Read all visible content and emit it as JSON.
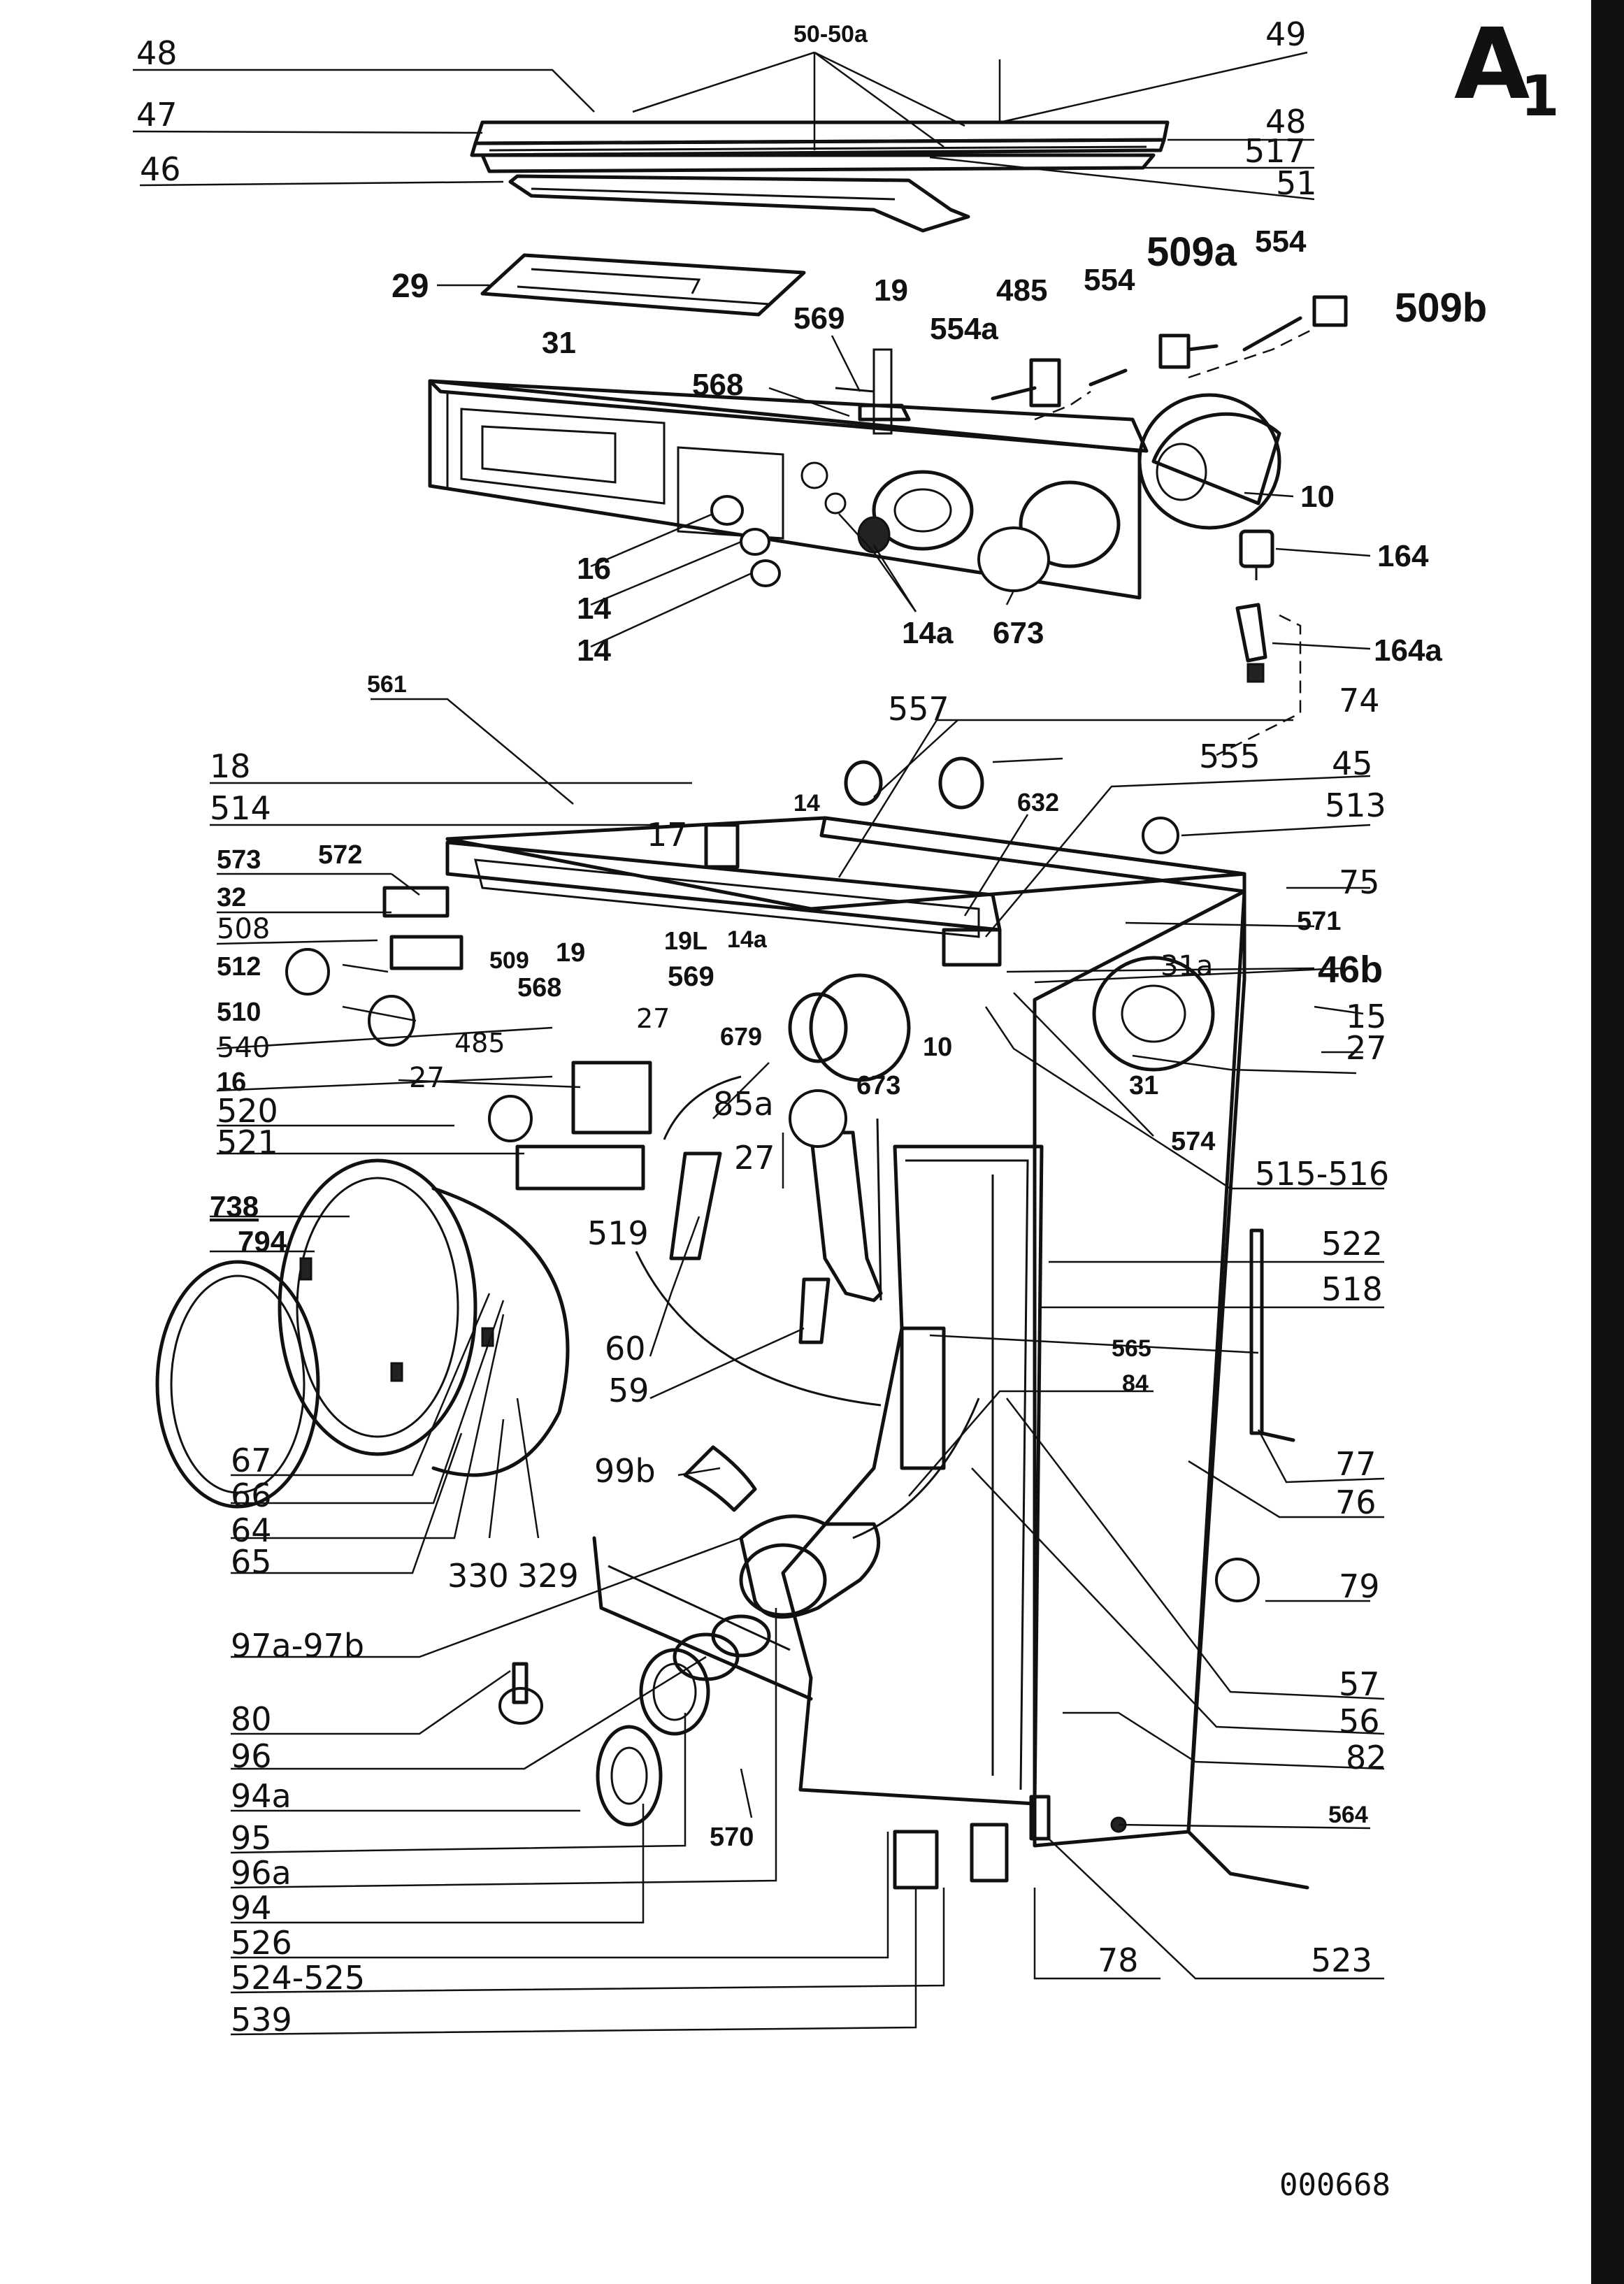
{
  "sheet": {
    "plate": "A",
    "plate_sub": "1",
    "drawing_number": "000668"
  },
  "labels": {
    "l48a": "48",
    "l47": "47",
    "l46": "46",
    "l50": "50-50a",
    "l49": "49",
    "l48b": "48",
    "l517": "517",
    "l51": "51",
    "l29": "29",
    "l569a": "569",
    "l19a": "19",
    "l485a": "485",
    "l554a": "554",
    "l509a": "509a",
    "l554b": "554",
    "l509b": "509b",
    "l554c": "554a",
    "l31a": "31",
    "l568a": "568",
    "l10a": "10",
    "l164": "164",
    "l164a": "164a",
    "l16a": "16",
    "l14a": "14",
    "l14b": "14",
    "l14ca": "14a",
    "l673a": "673",
    "l561": "561",
    "l557": "557",
    "l74": "74",
    "l18": "18",
    "l555": "555",
    "l45": "45",
    "l514": "514",
    "l17": "17",
    "l14c": "14",
    "l632": "632",
    "l513": "513",
    "l573": "573",
    "l572": "572",
    "l75": "75",
    "l32": "32",
    "l571": "571",
    "l508": "508",
    "l19b": "19",
    "l19l": "19L",
    "l14cb": "14a",
    "l31b": "31a",
    "l512": "512",
    "l509c": "509",
    "l569b": "569",
    "l46b": "46b",
    "l510": "510",
    "l568b": "568",
    "l27a": "27",
    "l679": "679",
    "l10b": "10",
    "l15": "15",
    "l540": "540",
    "l27b": "27",
    "l485b": "485",
    "l16b": "16",
    "l27c": "27",
    "l31c": "31",
    "l673b": "673",
    "l520": "520",
    "l85a": "85a",
    "l574": "574",
    "l521": "521",
    "l27d": "27",
    "l515": "515-516",
    "l738": "738",
    "l794": "794",
    "l519": "519",
    "l522": "522",
    "l518": "518",
    "l60": "60",
    "l565": "565",
    "l59": "59",
    "l84": "84",
    "l67": "67",
    "l99b": "99b",
    "l77": "77",
    "l66": "66",
    "l76": "76",
    "l64": "64",
    "l65": "65",
    "l330": "330",
    "l329": "329",
    "l79": "79",
    "l97": "97a-97b",
    "l57": "57",
    "l80": "80",
    "l56": "56",
    "l96": "96",
    "l82": "82",
    "l94a": "94a",
    "l564": "564",
    "l95": "95",
    "l570": "570",
    "l96a": "96a",
    "l94": "94",
    "l526": "526",
    "l523": "523",
    "l78": "78",
    "l524": "524-525",
    "l539": "539"
  }
}
